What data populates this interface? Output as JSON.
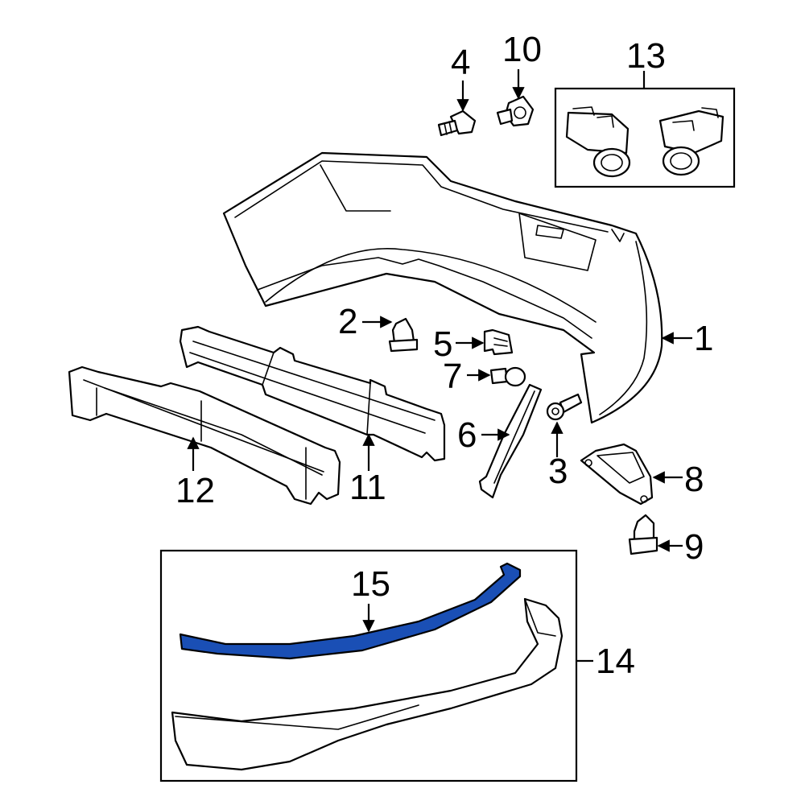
{
  "diagram": {
    "highlight_color": "#1a4fb5",
    "callouts": [
      {
        "id": "1",
        "label": "1"
      },
      {
        "id": "2",
        "label": "2"
      },
      {
        "id": "3",
        "label": "3"
      },
      {
        "id": "4",
        "label": "4"
      },
      {
        "id": "5",
        "label": "5"
      },
      {
        "id": "6",
        "label": "6"
      },
      {
        "id": "7",
        "label": "7"
      },
      {
        "id": "8",
        "label": "8"
      },
      {
        "id": "9",
        "label": "9"
      },
      {
        "id": "10",
        "label": "10"
      },
      {
        "id": "11",
        "label": "11"
      },
      {
        "id": "12",
        "label": "12"
      },
      {
        "id": "13",
        "label": "13"
      },
      {
        "id": "14",
        "label": "14"
      },
      {
        "id": "15",
        "label": "15"
      }
    ]
  }
}
